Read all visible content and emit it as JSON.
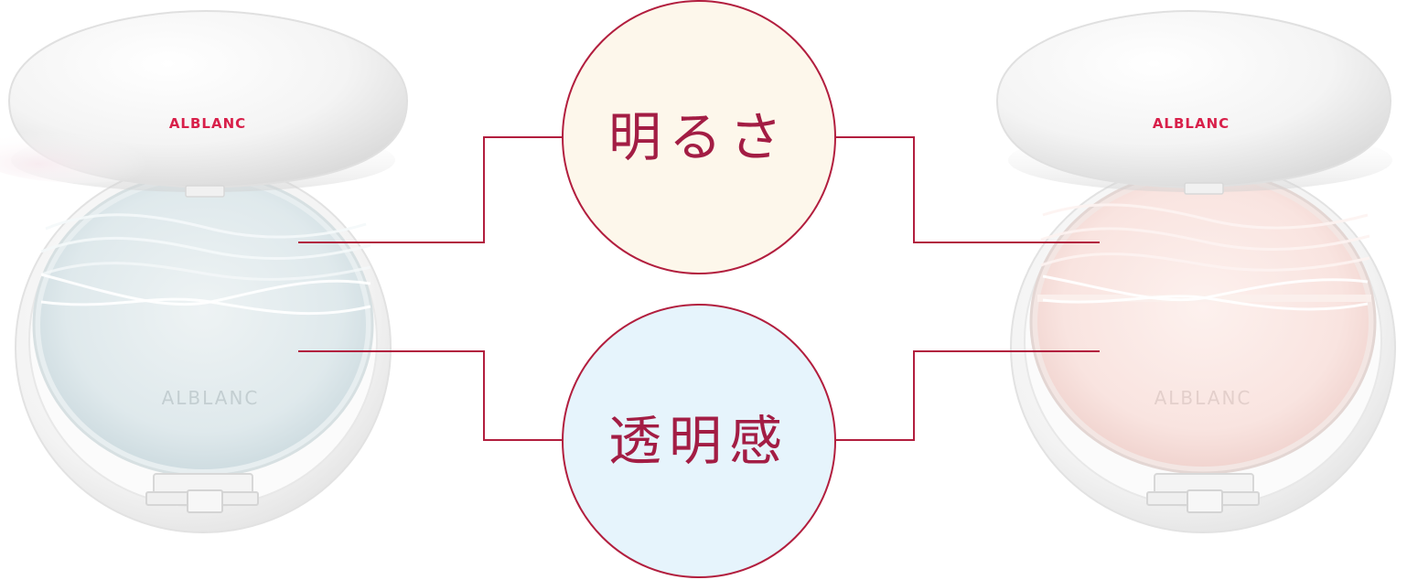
{
  "colors": {
    "accent_line": "#b21e3e",
    "label_text": "#a31d44",
    "brand_red": "#d8204a",
    "circle_top_fill": "#fdf7eb",
    "circle_bottom_fill": "#e6f4fc",
    "left_powder": "#dbe6ea",
    "right_powder": "#f9e0dc",
    "case_white": "#f6f6f6"
  },
  "labels": {
    "top": "明るさ",
    "bottom": "透明感"
  },
  "products": {
    "left": {
      "lid_brand": "ALBLANC",
      "powder_brand": "ALBLANC",
      "shade": "blue-white"
    },
    "right": {
      "lid_brand": "ALBLANC",
      "powder_brand": "ALBLANC",
      "shade": "pink-white"
    }
  }
}
